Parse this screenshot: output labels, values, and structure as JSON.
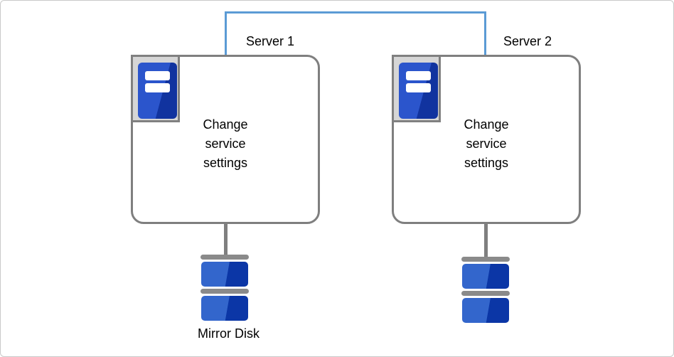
{
  "canvas": {
    "background": "#FFFFFF",
    "border_color": "#C9C9C9"
  },
  "connector": {
    "name": "heartbeat-link-line",
    "color": "#5B9BD5"
  },
  "servers": [
    {
      "id": "server1",
      "label": "Server 1",
      "box_text": "Change\nservice\nsettings",
      "icon": "server-tower-icon"
    },
    {
      "id": "server2",
      "label": "Server 2",
      "box_text": "Change\nservice\nsettings",
      "icon": "server-tower-icon"
    }
  ],
  "disks": {
    "label": "Mirror Disk",
    "icon": "disk-stack-icon",
    "platters_per_stack": 2
  },
  "colors": {
    "box_border_gray": "#7F7F7F",
    "icon_frame_gray": "#808080",
    "icon_frame_fill": "#D6D6D6",
    "server_icon_blue": "#2B55CC",
    "server_icon_blue_dark": "#11339F",
    "disk_blue_light": "#3366CC",
    "disk_blue_dark": "#0B36A6",
    "disk_cap_gray": "#8A8A8A",
    "connector_blue": "#5B9BD5"
  }
}
